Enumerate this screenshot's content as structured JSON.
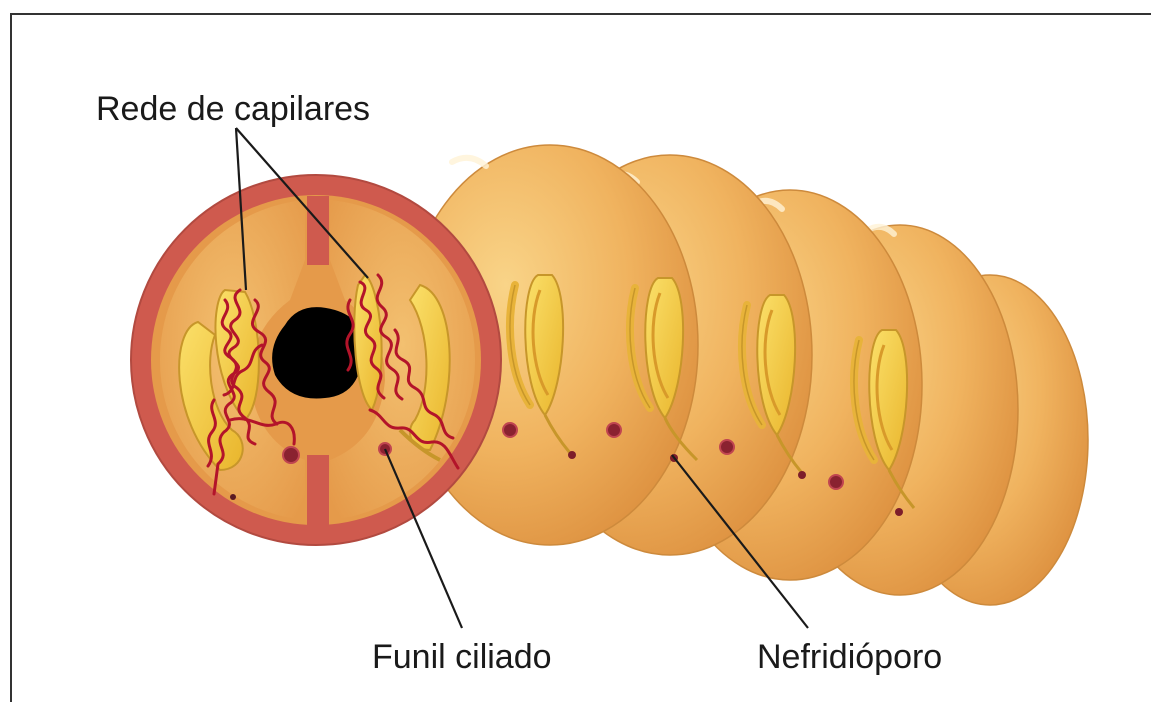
{
  "labels": {
    "capillaries": "Rede de capilares",
    "funnel": "Funil ciliado",
    "pore": "Nefridióporo"
  },
  "colors": {
    "segment_light": "#f6c66e",
    "segment_dark": "#e29a45",
    "segment_outline": "#c9853a",
    "body_wall": "#cf5a4e",
    "coelom": "#eaa356",
    "coelom_light": "#f2bb68",
    "nephridium": "#f5cb3c",
    "nephridium_outline": "#c7962a",
    "capillary": "#b3142a",
    "gut": "#000000",
    "pore_dot": "#7d1e2a",
    "frame": "#333333"
  }
}
